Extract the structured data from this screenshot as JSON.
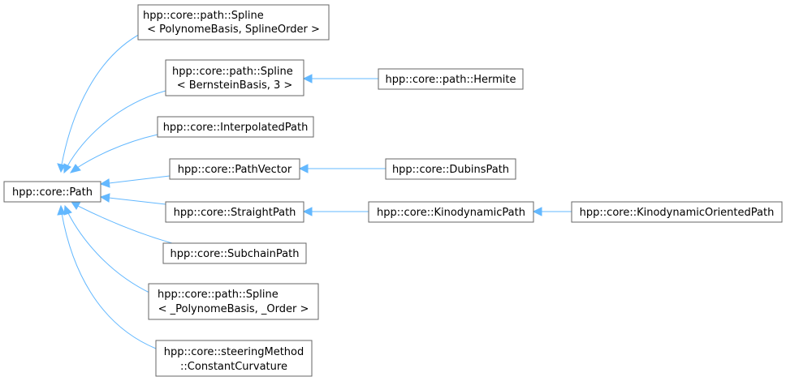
{
  "diagram": {
    "nodes": {
      "path": [
        "hpp::core::Path"
      ],
      "spline_polynome": [
        "hpp::core::path::Spline",
        "< PolynomeBasis, SplineOrder >"
      ],
      "spline_bernstein": [
        "hpp::core::path::Spline",
        "< BernsteinBasis, 3 >"
      ],
      "hermite": [
        "hpp::core::path::Hermite"
      ],
      "interpolated": [
        "hpp::core::InterpolatedPath"
      ],
      "pathvector": [
        "hpp::core::PathVector"
      ],
      "dubins": [
        "hpp::core::DubinsPath"
      ],
      "straight": [
        "hpp::core::StraightPath"
      ],
      "kinodynamic": [
        "hpp::core::KinodynamicPath"
      ],
      "kinodynamic_oriented": [
        "hpp::core::KinodynamicOrientedPath"
      ],
      "subchain": [
        "hpp::core::SubchainPath"
      ],
      "spline_template": [
        "hpp::core::path::Spline",
        "< _PolynomeBasis, _Order >"
      ],
      "constant_curvature": [
        "hpp::core::steeringMethod",
        "::ConstantCurvature"
      ]
    },
    "edges": [
      {
        "from": "spline_polynome",
        "to": "path"
      },
      {
        "from": "spline_bernstein",
        "to": "path"
      },
      {
        "from": "interpolated",
        "to": "path"
      },
      {
        "from": "pathvector",
        "to": "path"
      },
      {
        "from": "straight",
        "to": "path"
      },
      {
        "from": "subchain",
        "to": "path"
      },
      {
        "from": "spline_template",
        "to": "path"
      },
      {
        "from": "constant_curvature",
        "to": "path"
      },
      {
        "from": "hermite",
        "to": "spline_bernstein"
      },
      {
        "from": "dubins",
        "to": "pathvector"
      },
      {
        "from": "kinodynamic",
        "to": "straight"
      },
      {
        "from": "kinodynamic_oriented",
        "to": "kinodynamic"
      }
    ],
    "colors": {
      "edge": "#63b8ff",
      "node_border": "#666666",
      "text": "#000000"
    }
  }
}
